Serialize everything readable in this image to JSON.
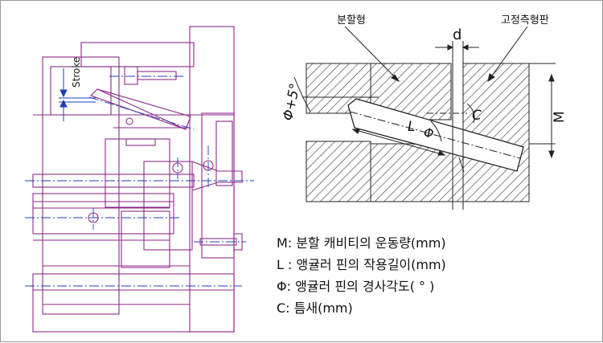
{
  "left": {
    "stroke_label": "Stroke"
  },
  "right": {
    "label_split_mold": "분할형",
    "label_fixed_mold": "고정측형판",
    "dim_d": "d",
    "dim_angle": "Φ+5°",
    "dim_M": "M",
    "dim_L": "L",
    "dim_phi": "Φ",
    "dim_C": "C"
  },
  "legend": [
    "M: 분할 캐비티의 운동량(mm)",
    "L : 앵귤러 핀의 작용길이(mm)",
    "Φ: 앵귤러 핀의 경사각도( ° )",
    "C: 틈새(mm)"
  ],
  "colors": {
    "left_line": "#8e2a8a",
    "center_line": "#1f3fb4",
    "right_line": "#222222"
  }
}
